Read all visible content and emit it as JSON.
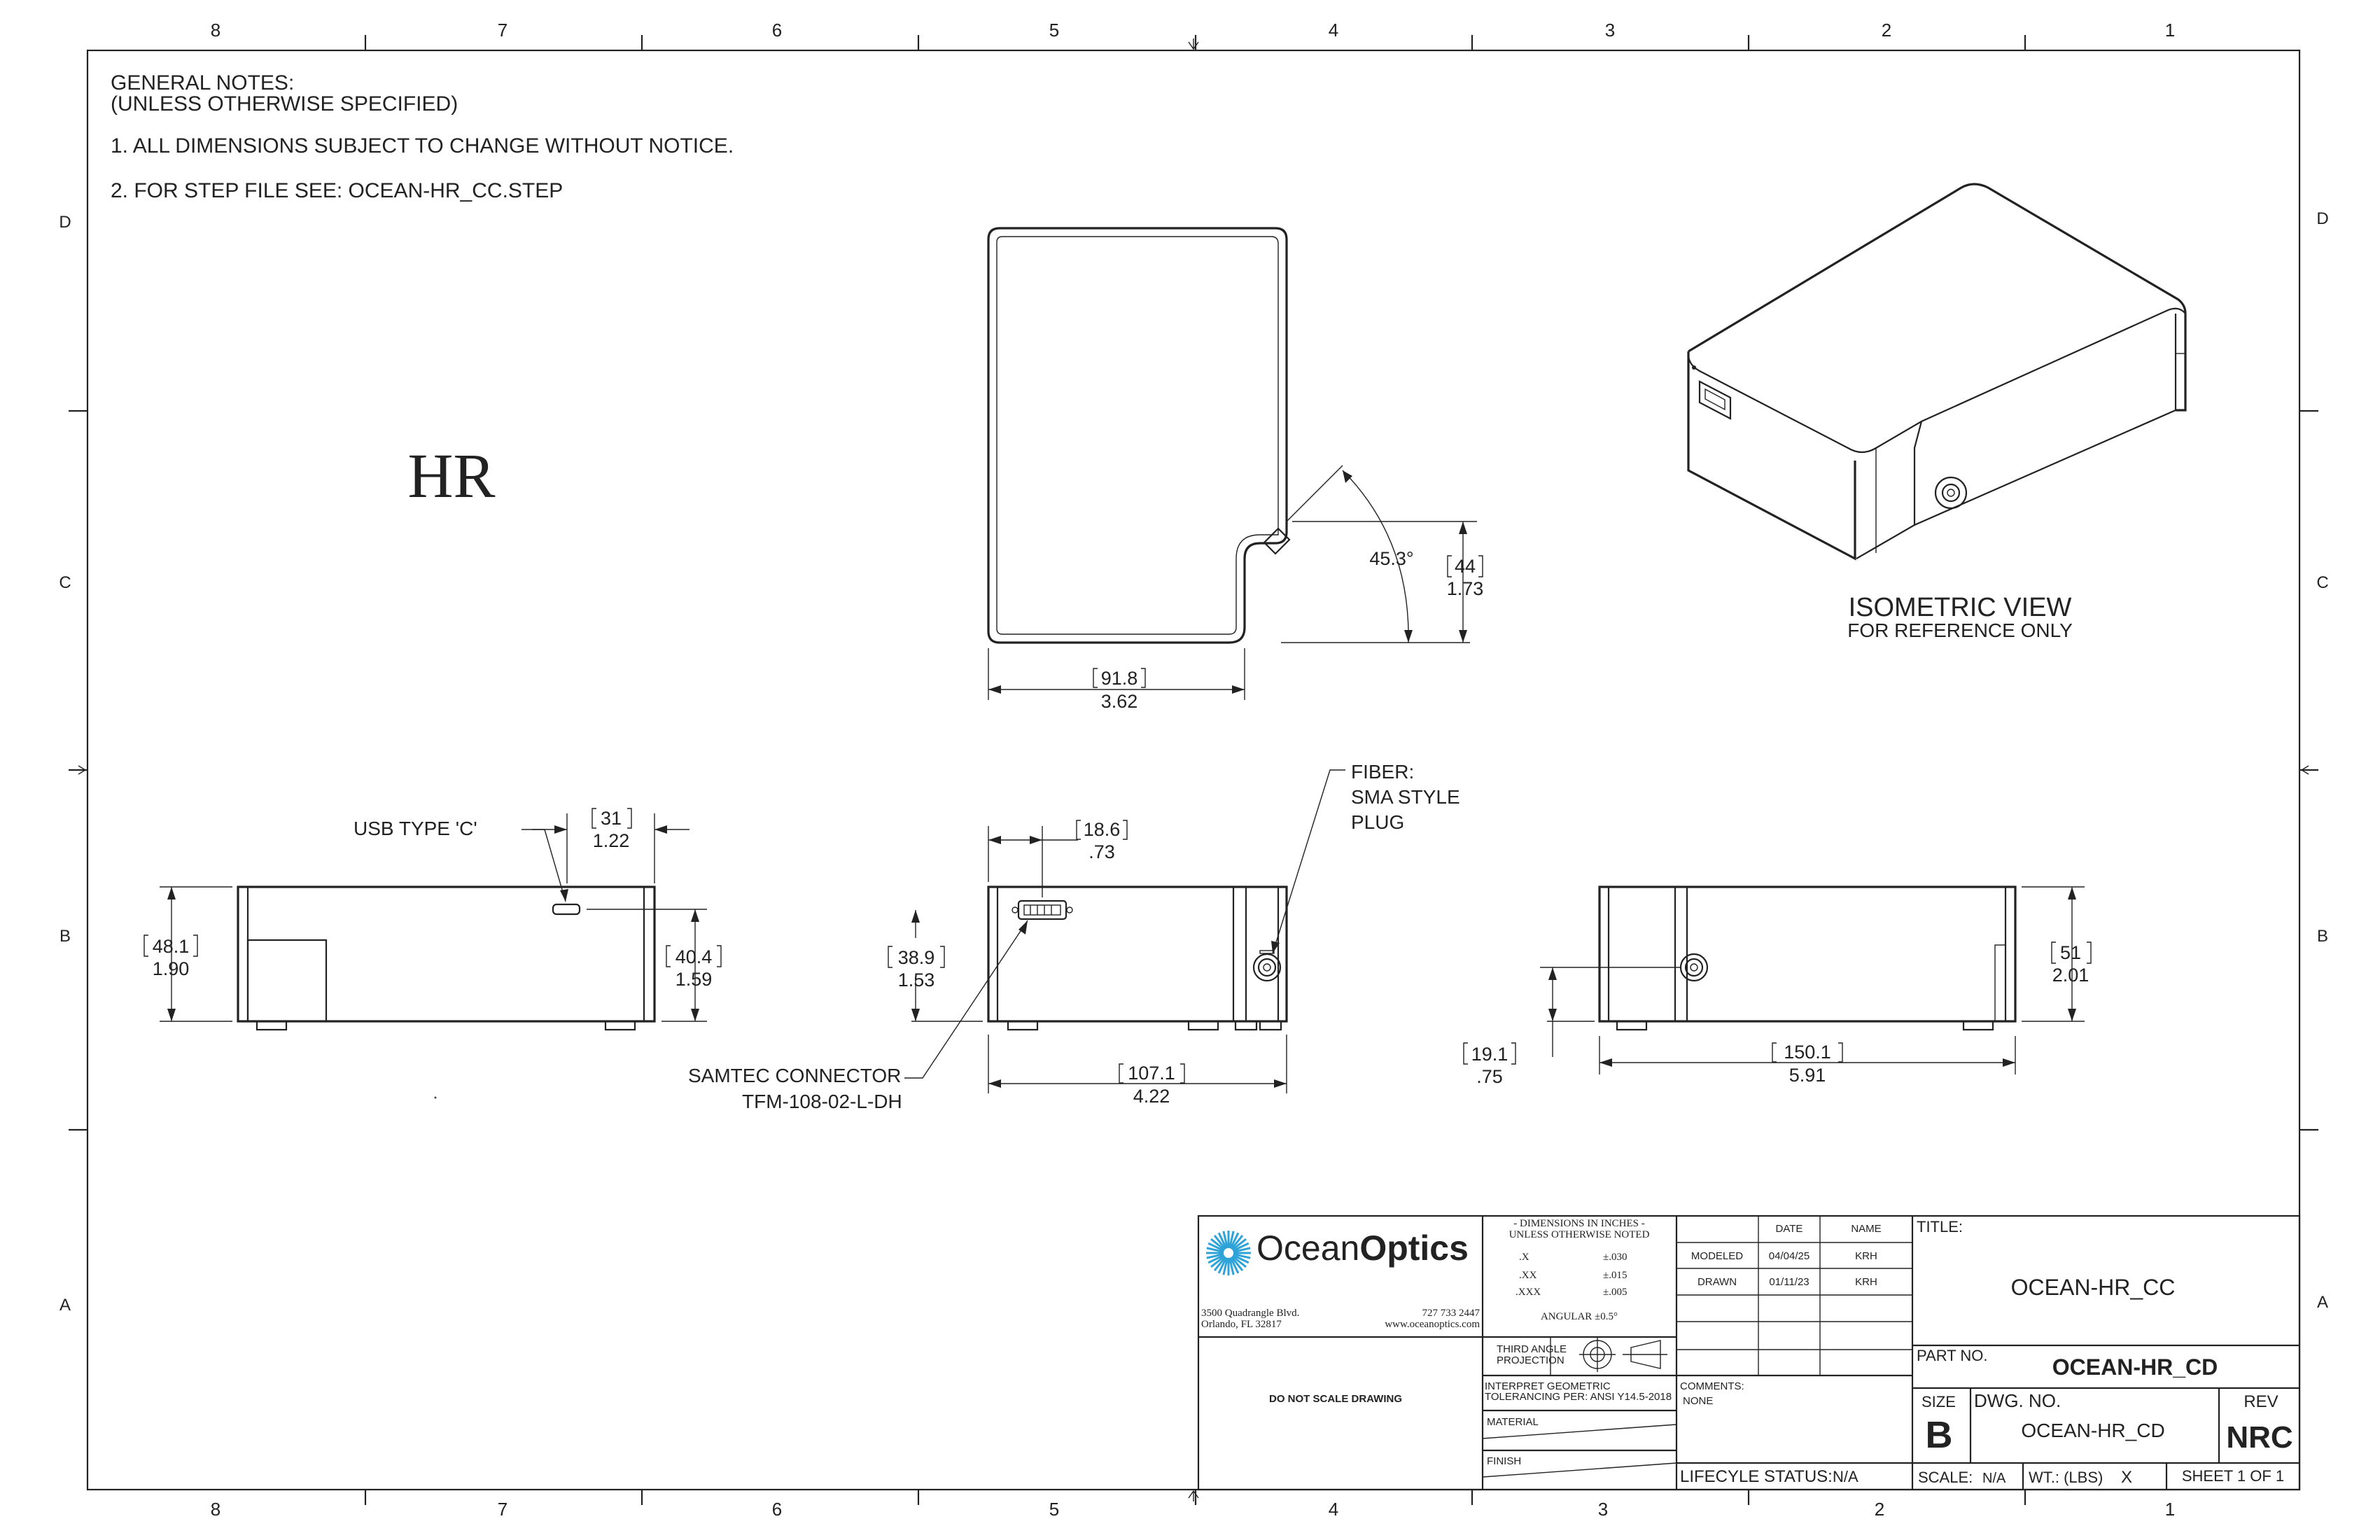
{
  "zones": {
    "columns": [
      "8",
      "7",
      "6",
      "5",
      "4",
      "3",
      "2",
      "1"
    ],
    "rows": [
      "D",
      "C",
      "B",
      "A"
    ]
  },
  "notes": {
    "heading1": "GENERAL NOTES:",
    "heading2": "(UNLESS OTHERWISE SPECIFIED)",
    "note1": "1.  ALL DIMENSIONS SUBJECT TO CHANGE WITHOUT NOTICE.",
    "note2": "2.  FOR STEP FILE SEE: OCEAN-HR_CC.STEP"
  },
  "model_label": "HR",
  "model_label_color": "#a51c1c",
  "top_view": {
    "width_mm": "91.8",
    "width_in": "3.62",
    "height_mm": "44",
    "height_in": "1.73",
    "angle": "45.3°"
  },
  "isometric": {
    "title": "ISOMETRIC VIEW",
    "subtitle": "FOR REFERENCE ONLY"
  },
  "left_view": {
    "usb_label": "USB TYPE 'C'",
    "usb_offset_mm": "31",
    "usb_offset_in": "1.22",
    "height_mm": "48.1",
    "height_in": "1.90",
    "usb_height_mm": "40.4",
    "usb_height_in": "1.59"
  },
  "front_view": {
    "connector_offset_mm": "18.6",
    "connector_offset_in": ".73",
    "connector_height_mm": "38.9",
    "connector_height_in": "1.53",
    "width_mm": "107.1",
    "width_in": "4.22",
    "fiber_label_1": "FIBER:",
    "fiber_label_2": "SMA STYLE",
    "fiber_label_3": "PLUG",
    "samtec_label_1": "SAMTEC CONNECTOR",
    "samtec_label_2": "TFM-108-02-L-DH"
  },
  "right_view": {
    "height_mm": "51",
    "height_in": "2.01",
    "fiber_height_mm": "19.1",
    "fiber_height_in": ".75",
    "length_mm": "150.1",
    "length_in": "5.91"
  },
  "title_block": {
    "company_regular": "Ocean",
    "company_bold": "Optics",
    "logo_color": "#2ea3d8",
    "address1": "3500 Quadrangle Blvd.",
    "address2": "Orlando, FL 32817",
    "phone": "727 733 2447",
    "website": "www.oceanoptics.com",
    "do_not_scale": "DO NOT SCALE DRAWING",
    "tol_head1": "- DIMENSIONS IN INCHES -",
    "tol_head2": "UNLESS OTHERWISE NOTED",
    "tol_x": ".X",
    "tol_x_val": "±.030",
    "tol_xx": ".XX",
    "tol_xx_val": "±.015",
    "tol_xxx": ".XXX",
    "tol_xxx_val": "±.005",
    "angular": "ANGULAR ±0.5°",
    "third_angle1": "THIRD ANGLE",
    "third_angle2": "PROJECTION",
    "interpret1": "INTERPRET GEOMETRIC",
    "interpret2": "TOLERANCING PER: ANSI Y14.5-2018",
    "material": "MATERIAL",
    "finish": "FINISH",
    "col_date": "DATE",
    "col_name": "NAME",
    "row_modeled": "MODELED",
    "modeled_date": "04/04/25",
    "modeled_name": "KRH",
    "row_drawn": "DRAWN",
    "drawn_date": "01/11/23",
    "drawn_name": "KRH",
    "comments_label": "COMMENTS:",
    "comments_value": "NONE",
    "lifecycle_label": "LIFECYLE STATUS:",
    "lifecycle_value": "N/A",
    "title_label": "TITLE:",
    "title_value": "OCEAN-HR_CC",
    "part_no_label": "PART NO.",
    "part_no_value": "OCEAN-HR_CD",
    "size_label": "SIZE",
    "size_value": "B",
    "dwg_no_label": "DWG.  NO.",
    "dwg_no_value": "OCEAN-HR_CD",
    "rev_label": "REV",
    "rev_value": "NRC",
    "scale_label": "SCALE:",
    "scale_value": "N/A",
    "wt_label": "WT.: (LBS)",
    "wt_value": "X",
    "sheet": "SHEET 1 OF 1"
  }
}
